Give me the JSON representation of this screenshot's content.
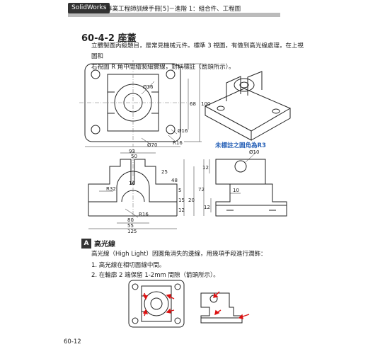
{
  "header": {
    "logo": "SolidWorks",
    "title": "專業工程師訓練手冊[5]－進階 1：組合件、工程圖"
  },
  "section": {
    "title": "60-4-2 座蓋",
    "para1": "立體製圖丙級題目，是常見機械元件。標準 3 視圖，有做到高光線處理，在上視圖和",
    "para2": "右視圖 R 角中間繪製細實線，對稱標註（箭頭所示）。"
  },
  "dims": {
    "d1": "Ø36",
    "d2": "Ø16",
    "d3": "Ø70",
    "d4": "R16",
    "d5": "68",
    "d6": "100",
    "d7": "93",
    "d8": "50",
    "d9": "25",
    "d10": "48",
    "d11": "16",
    "d12": "R32",
    "d13": "R16",
    "d14": "5",
    "d15": "15",
    "d16": "20",
    "d17": "72",
    "d18": "12",
    "d19": "80",
    "d20": "55",
    "d21": "125",
    "d22": "Ø10",
    "d23": "12",
    "d24": "10",
    "d25": "12"
  },
  "note": "未標註之圓角為R3",
  "sectionA": {
    "badge": "A",
    "title": "高光線",
    "line1": "高光線（High Light）因圓角消失的邊線，用幾項手段進行潤飾：",
    "line2": "1. 高光線在相切面線中間。",
    "line3": "2. 在輪廓 2 端保留 1-2mm 間隙（箭頭所示）。"
  },
  "page": {
    "number": "60-12"
  }
}
